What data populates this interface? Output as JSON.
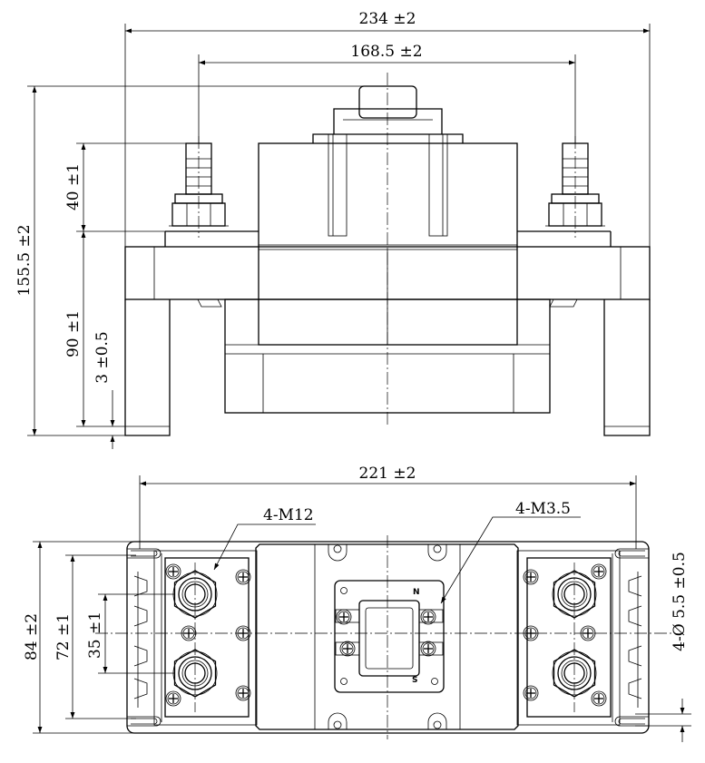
{
  "front_view": {
    "overall_width": "234 ±2",
    "terminal_pitch": "168.5 ±2",
    "overall_height": "155.5 ±2",
    "terminal_height": "40 ±1",
    "body_height": "90 ±1",
    "foot_offset": "3 ±0.5"
  },
  "top_view": {
    "width": "221 ±2",
    "overall_depth": "84 ±2",
    "hole_pitch": "72 ±1",
    "terminal_pitch": "35 ±1",
    "main_terminal_callout": "4-M12",
    "control_terminal_callout": "4-M3.5",
    "mounting_hole_callout": "4-Ø 5.5 ±0.5",
    "polarity_marks": [
      "N",
      "S"
    ]
  }
}
